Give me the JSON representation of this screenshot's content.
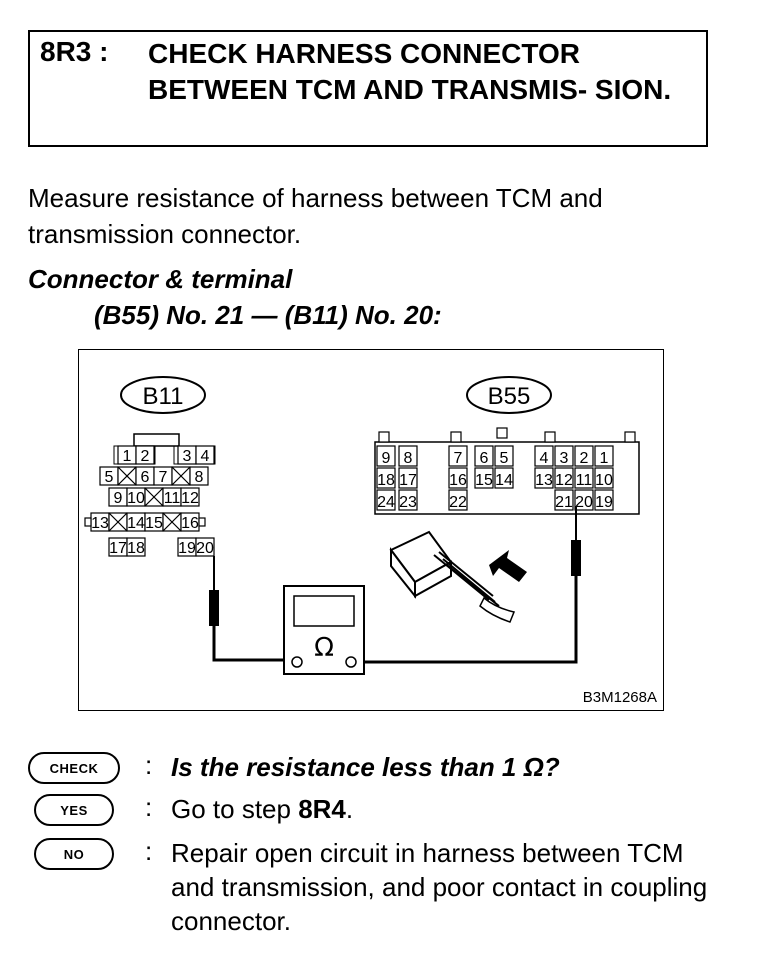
{
  "step": {
    "id": "8R3 :",
    "title": "CHECK HARNESS CONNECTOR BETWEEN TCM AND TRANSMIS- SION."
  },
  "intro": "Measure resistance of harness between TCM and transmission connector.",
  "connector": {
    "heading": "Connector & terminal",
    "terminal": "(B55) No. 21 — (B11) No. 20:"
  },
  "figure": {
    "b11_label": "B11",
    "b55_label": "B55",
    "meter_symbol": "Ω",
    "code": "B3M1268A",
    "b11_pins": [
      "1",
      "2",
      "3",
      "4",
      "5",
      "6",
      "7",
      "8",
      "9",
      "10",
      "11",
      "12",
      "13",
      "14",
      "15",
      "16",
      "17",
      "18",
      "19",
      "20"
    ],
    "b55_pins": [
      "9",
      "8",
      "7",
      "6",
      "5",
      "4",
      "3",
      "2",
      "1",
      "18",
      "17",
      "16",
      "15",
      "14",
      "13",
      "12",
      "11",
      "10",
      "24",
      "23",
      "22",
      "21",
      "20",
      "19"
    ]
  },
  "qa": {
    "check_badge": "CHECK",
    "check_text": "Is the resistance less than 1 Ω?",
    "yes_badge": "YES",
    "yes_text_prefix": "Go to step ",
    "yes_step": "8R4",
    "yes_text_suffix": ".",
    "no_badge": "NO",
    "no_text": "Repair open circuit in harness between TCM and transmission, and poor contact in coupling connector."
  }
}
